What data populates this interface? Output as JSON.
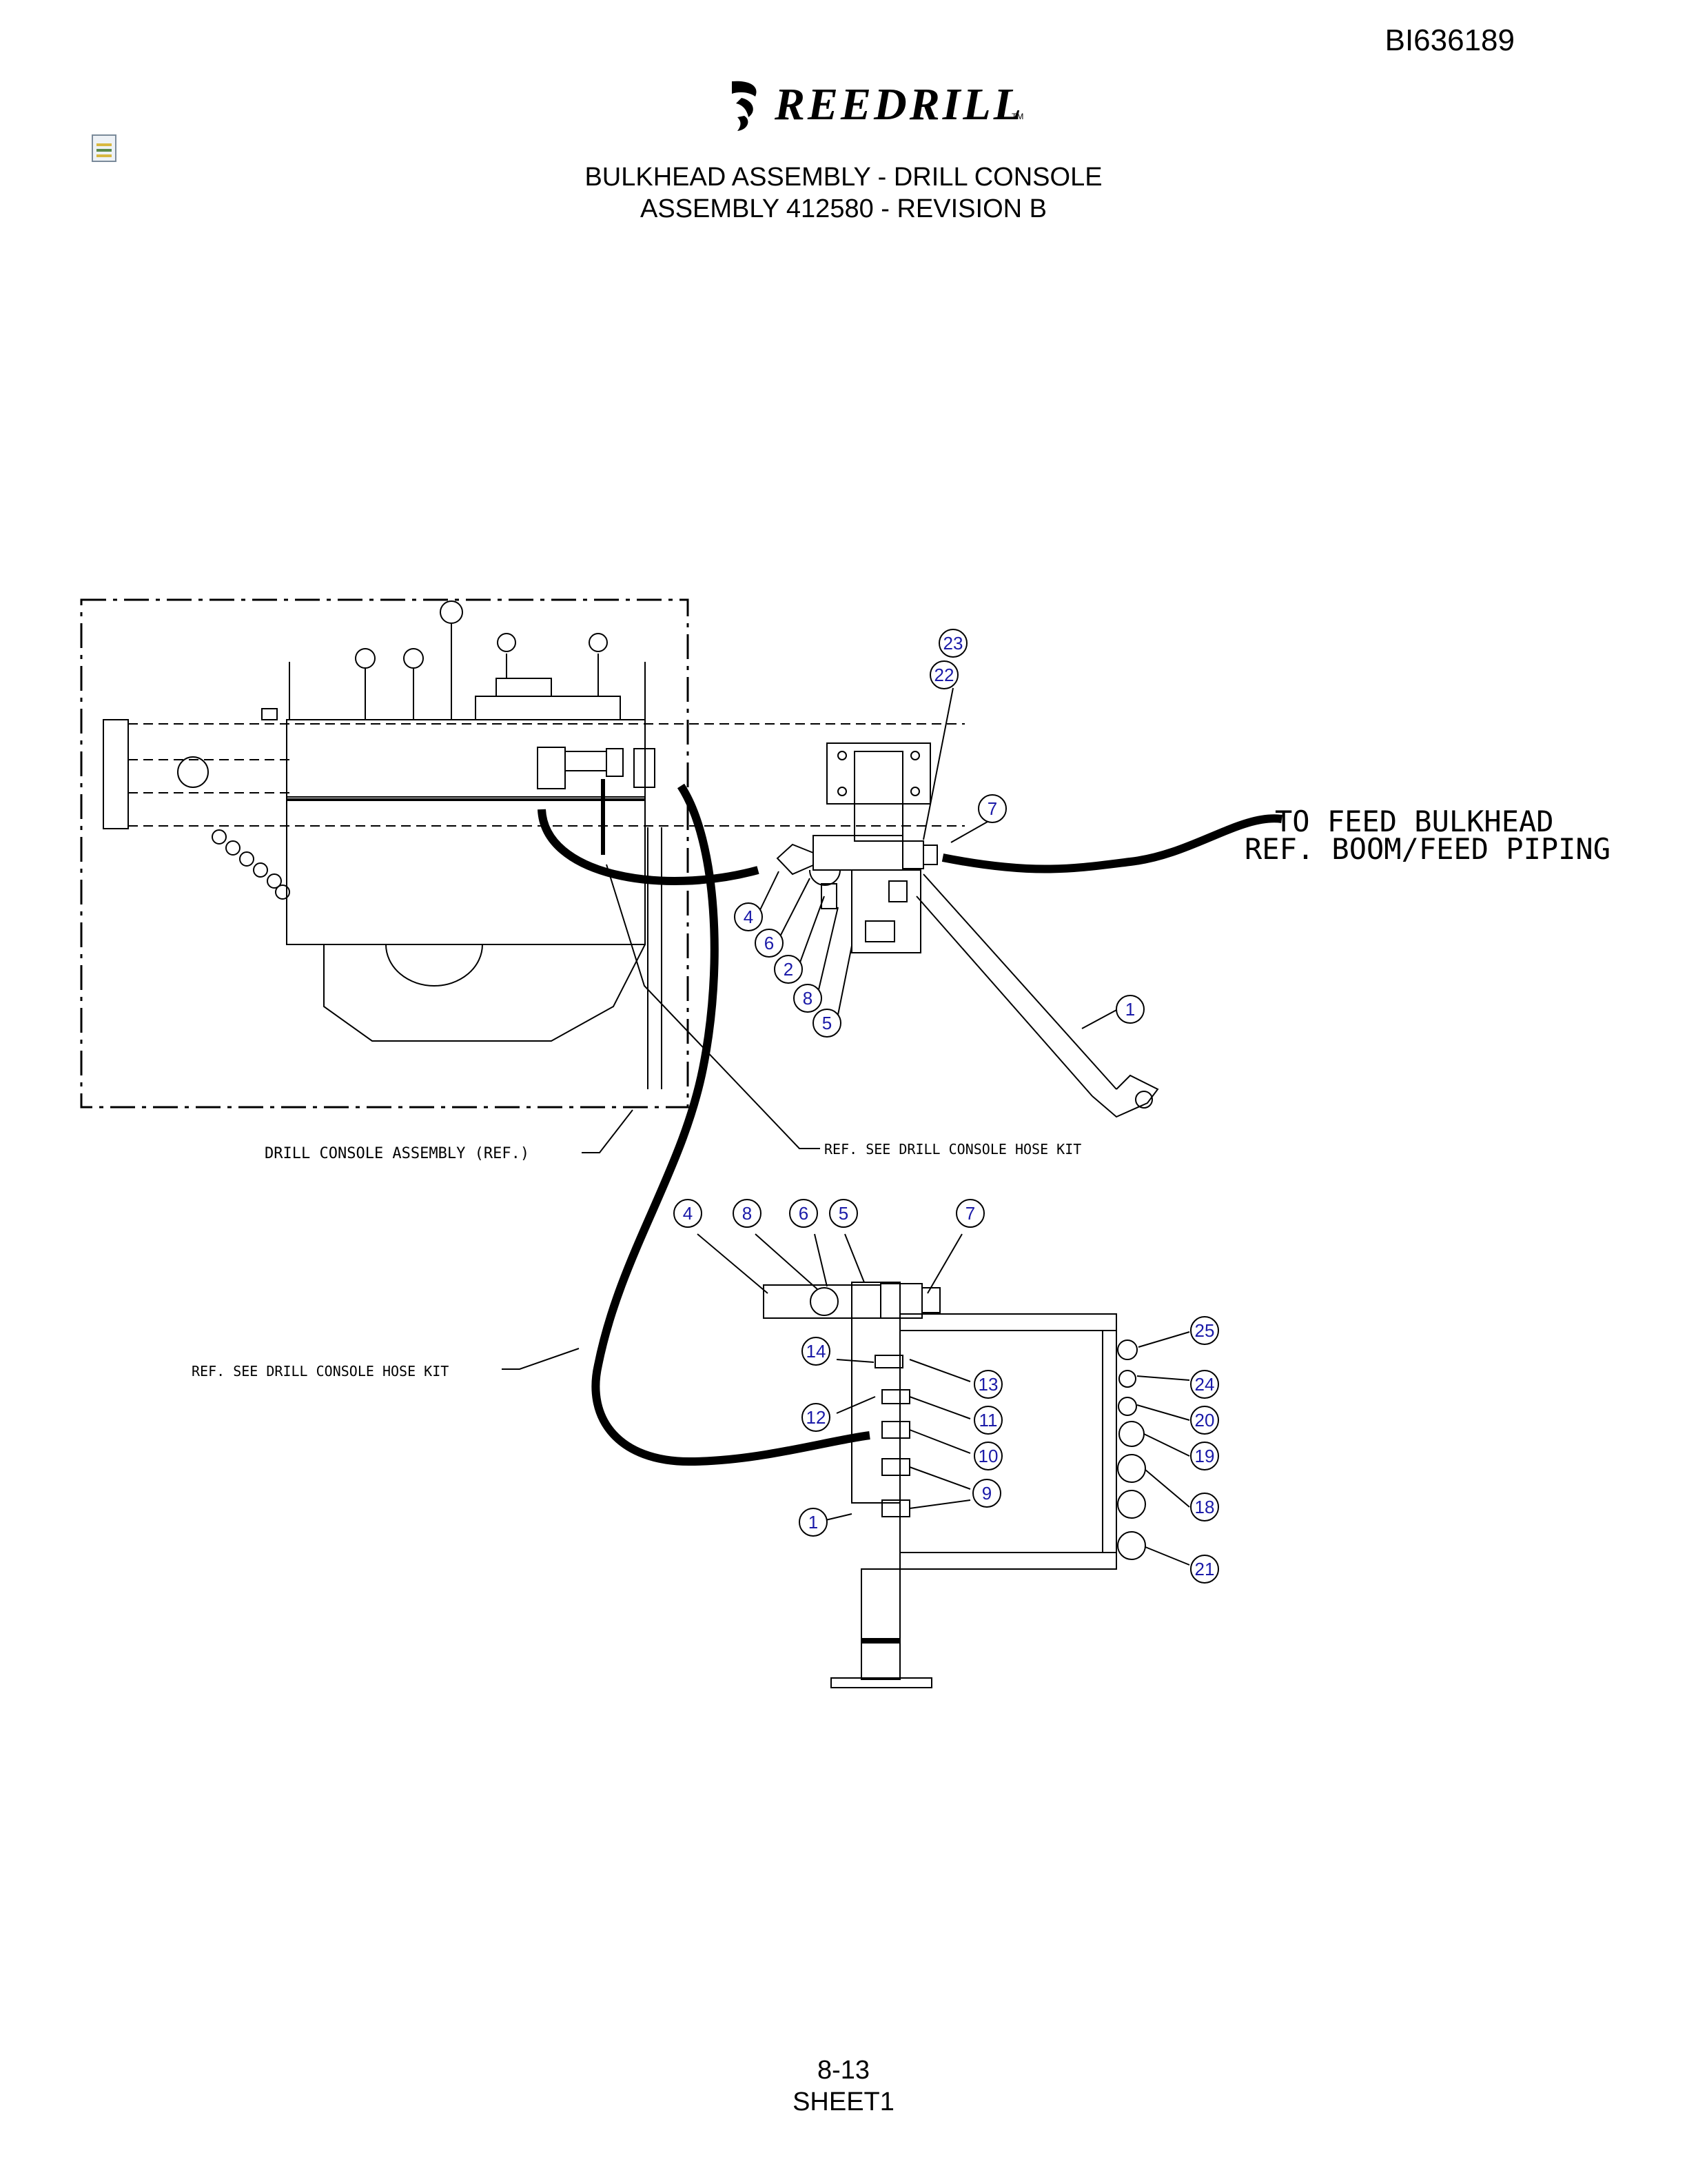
{
  "document_id": "BI636189",
  "logo": {
    "wordmark": "REEDRILL",
    "trademark": "TM"
  },
  "title": {
    "line1": "BULKHEAD ASSEMBLY - DRILL CONSOLE",
    "line2": "ASSEMBLY 412580 - REVISION B"
  },
  "annotations": {
    "to_feed_line1": "TO FEED BULKHEAD",
    "to_feed_line2": "REF. BOOM/FEED PIPING",
    "drill_console_ref": "DRILL  CONSOLE ASSEMBLY (REF.)",
    "hose_kit_ref_top": "REF. SEE DRILL CONSOLE HOSE KIT",
    "hose_kit_ref_left": "REF. SEE DRILL CONSOLE HOSE KIT"
  },
  "balloons_top": [
    "23",
    "22",
    "7",
    "4",
    "6",
    "2",
    "8",
    "5",
    "1"
  ],
  "balloons_bottom": [
    "4",
    "8",
    "6",
    "5",
    "7",
    "14",
    "13",
    "12",
    "11",
    "10",
    "9",
    "1",
    "25",
    "24",
    "20",
    "19",
    "18",
    "21"
  ],
  "footer": {
    "page": "8-13",
    "sheet": "SHEET1"
  },
  "colors": {
    "balloon_text": "#1a1aa8",
    "line": "#000000"
  }
}
